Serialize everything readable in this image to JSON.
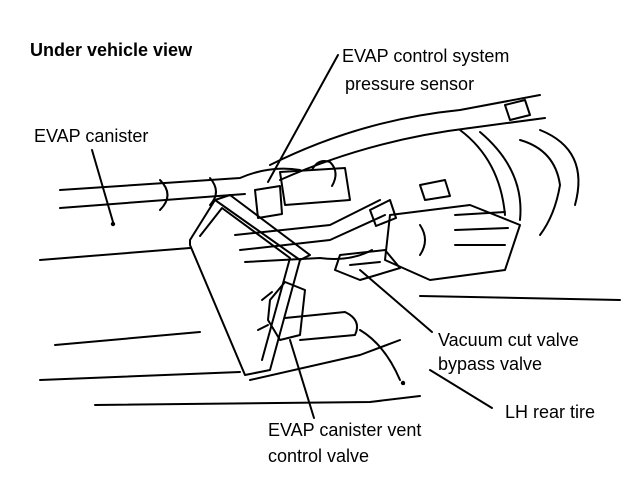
{
  "view_title": "Under vehicle view",
  "labels": {
    "pressure_sensor_line1": "EVAP control system",
    "pressure_sensor_line2": "pressure sensor",
    "canister": "EVAP canister",
    "vacuum_cut_line1": "Vacuum cut valve",
    "vacuum_cut_line2": "bypass valve",
    "rear_tire": "LH rear tire",
    "vent_valve_line1": "EVAP canister vent",
    "vent_valve_line2": "control valve"
  }
}
